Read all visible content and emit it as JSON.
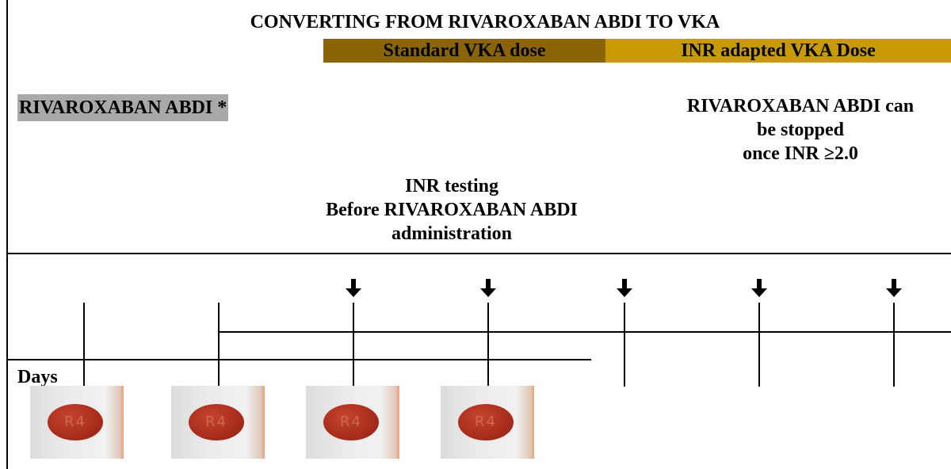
{
  "title": "CONVERTING FROM RIVAROXABAN ABDI TO VKA",
  "bands": {
    "standard_dose": "Standard VKA dose",
    "inr_adapted_dose": "INR adapted VKA Dose"
  },
  "rivaroxaban_label": "RIVAROXABAN ABDI *",
  "stop_note": [
    "RIVAROXABAN ABDI can",
    "be stopped",
    "once INR ≥2.0"
  ],
  "inr_testing_note": [
    "INR testing",
    "Before RIVAROXABAN ABDI",
    "administration"
  ],
  "days_label": "Days",
  "pill_imprint": "R4",
  "colors": {
    "standard_band": "#8a6407",
    "inr_band": "#c89a06",
    "label_highlight": "#a9a9a9",
    "pill": "#ab2f1d"
  },
  "icons": [
    "down-arrow-icon"
  ]
}
